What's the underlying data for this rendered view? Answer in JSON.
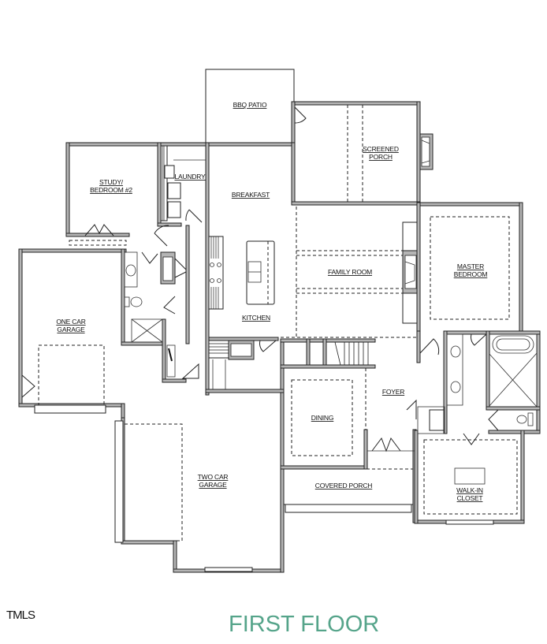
{
  "plan": {
    "title": "FIRST FLOOR",
    "title_color": "#55a48a",
    "watermark": "TMLS",
    "rooms": {
      "bbq_patio": "BBQ PATIO",
      "screened_porch": [
        "SCREENED",
        "PORCH"
      ],
      "study": [
        "STUDY/",
        "BEDROOM #2"
      ],
      "laundry": "LAUNDRY",
      "breakfast": "BREAKFAST",
      "one_car_garage": [
        "ONE CAR",
        "GARAGE"
      ],
      "family_room": "FAMILY ROOM",
      "kitchen": "KITCHEN",
      "master_bedroom": [
        "MASTER",
        "BEDROOM"
      ],
      "dining": "DINING",
      "foyer": "FOYER",
      "two_car_garage": [
        "TWO CAR",
        "GARAGE"
      ],
      "covered_porch": "COVERED PORCH",
      "walk_in_closet": [
        "WALK-IN",
        "CLOSET"
      ]
    },
    "wall_color": "#b5b5b5",
    "line_color": "#222222"
  }
}
